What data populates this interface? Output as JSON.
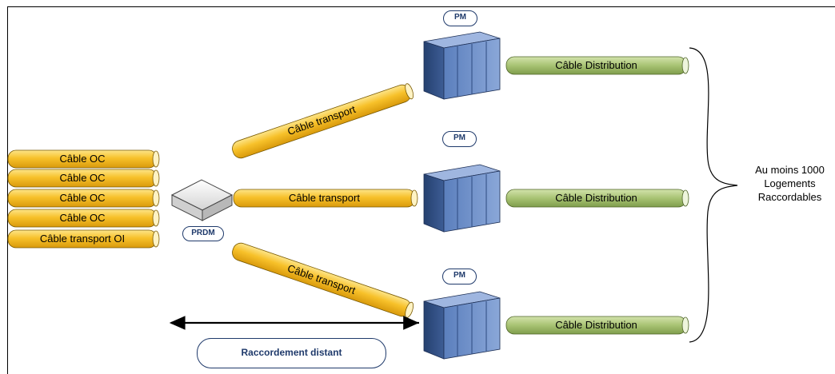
{
  "left_cables": [
    "Câble OC",
    "Câble OC",
    "Câble OC",
    "Câble OC",
    "Câble transport OI"
  ],
  "transport_cables": [
    "Câble transport",
    "Câble transport",
    "Câble transport"
  ],
  "distribution_cables": [
    "Câble Distribution",
    "Câble Distribution",
    "Câble Distribution"
  ],
  "pm_labels": [
    "PM",
    "PM",
    "PM"
  ],
  "prdm_label": "PRDM",
  "remote_label": "Raccordement distant",
  "side_lines": [
    "Au moins 1000",
    "Logements",
    "Raccordables"
  ],
  "colors": {
    "orange_cable": "#f7be1f",
    "green_cable": "#a4c070",
    "pill_border": "#1f3a6b",
    "server": "#4a6ea8"
  }
}
